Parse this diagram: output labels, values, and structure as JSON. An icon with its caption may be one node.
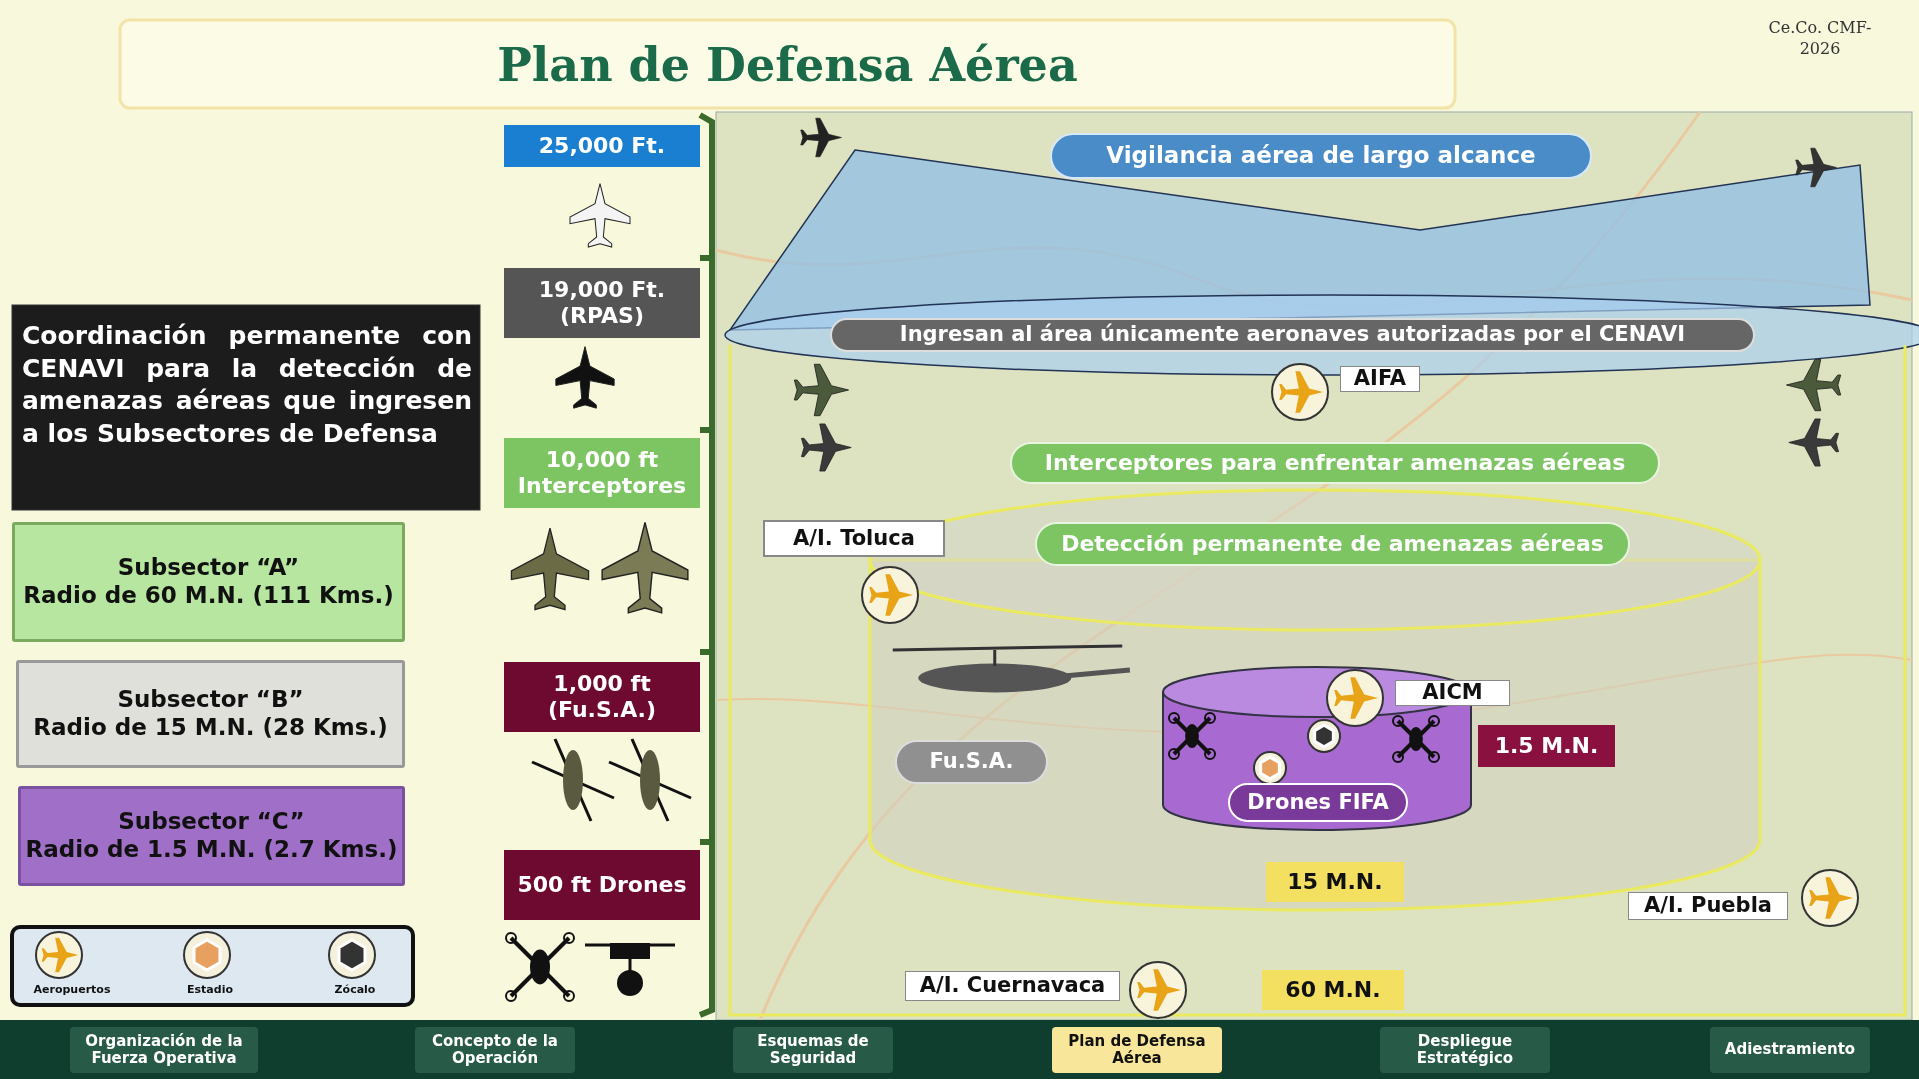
{
  "diagram": {
    "title": "Plan de Defensa Aérea",
    "nodes": [
      {
        "text": [
          "Coordinación permanente con CENAVI para la detección de amenazas aéreas que ingresen a los Subsectores de Defensa"
        ]
      },
      {
        "text": [
          "Subsector “A”",
          "Radio de 60 M.N. (111 Kms.)"
        ]
      },
      {
        "text": [
          "Subsector “B”",
          "Radio de 15 M.N. (28 Kms.)"
        ]
      },
      {
        "text": [
          "Subsector “C”",
          "Radio de 1.5 M.N. (2.7 Kms.)"
        ]
      },
      {
        "text": [
          "25,000 Ft."
        ]
      },
      {
        "text": [
          "19,000 Ft. (RPAS)"
        ]
      },
      {
        "text": [
          "10,000 ft Interceptores"
        ]
      },
      {
        "text": [
          "1,000 ft (Fu.S.A.)"
        ]
      },
      {
        "text": [
          "500 ft Drones"
        ]
      },
      {
        "text": [
          "Vigilancia aérea de largo alcance"
        ]
      },
      {
        "text": [
          "Ingresan al área únicamente aeronaves autorizadas por el CENAVI"
        ]
      },
      {
        "text": [
          "AIFA"
        ]
      },
      {
        "text": [
          "Interceptores para enfrentar amenazas aéreas"
        ]
      },
      {
        "text": [
          "A/I. Toluca"
        ]
      },
      {
        "text": [
          "Detección permanente de amenazas aéreas"
        ]
      },
      {
        "text": [
          "AICM"
        ]
      },
      {
        "text": [
          "Fu.S.A."
        ]
      },
      {
        "text": [
          "1.5 M.N."
        ]
      },
      {
        "text": [
          "Drones FIFA"
        ]
      },
      {
        "text": [
          "15 M.N."
        ]
      },
      {
        "text": [
          "A/I. Puebla"
        ]
      },
      {
        "text": [
          "A/I. Cuernavaca"
        ]
      },
      {
        "text": [
          "60 M.N."
        ]
      }
    ],
    "edges": [],
    "labels": [
      "Ce.Co. CMF-2026",
      "Organización de la Fuerza Operativa",
      "Concepto de la Operación",
      "Esquemas de Seguridad",
      "Plan de Defensa Aérea",
      "Despliegue Estratégico",
      "Adiestramiento"
    ],
    "legend": [
      {
        "text": "Aeropuertos"
      },
      {
        "text": "Estadio"
      },
      {
        "text": "Zócalo"
      }
    ]
  }
}
